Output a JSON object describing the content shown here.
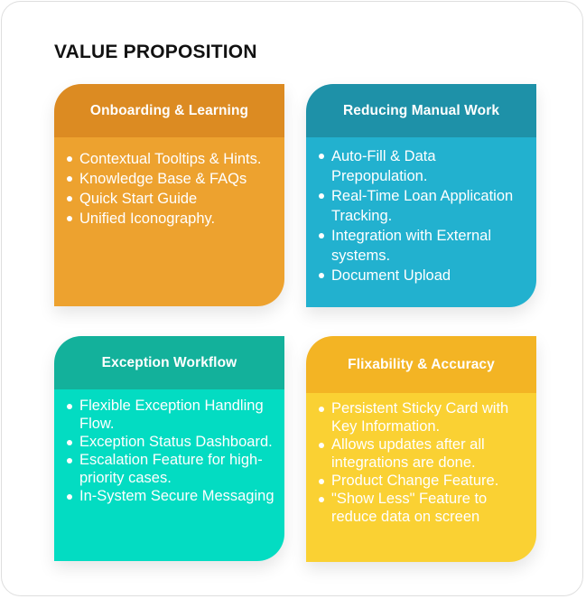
{
  "page": {
    "title": "VALUE PROPOSITION"
  },
  "colors": {
    "onboarding": {
      "header": "#dc8b22",
      "body": "#eda22f"
    },
    "manual": {
      "header": "#1e91a8",
      "body": "#22b1cf"
    },
    "exception": {
      "header": "#13b19b",
      "body": "#03dcc2"
    },
    "flex": {
      "header": "#f3b424",
      "body": "#fad133"
    }
  },
  "cards": [
    {
      "title": "Onboarding & Learning",
      "items": [
        "Contextual Tooltips & Hints.",
        "Knowledge Base & FAQs",
        "Quick Start Guide",
        "Unified Iconography."
      ]
    },
    {
      "title": "Reducing Manual Work",
      "items": [
        "Auto-Fill & Data Prepopulation.",
        "Real-Time Loan Application Tracking.",
        "Integration with External systems.",
        "Document Upload"
      ]
    },
    {
      "title": "Exception Workflow",
      "items": [
        "Flexible Exception Handling Flow.",
        "Exception Status Dashboard.",
        "Escalation Feature for high-priority cases.",
        "In-System Secure Messaging"
      ]
    },
    {
      "title": "Flixability & Accuracy",
      "items": [
        "Persistent Sticky Card with Key Information.",
        "Allows updates after all integrations are done.",
        "Product Change Feature.",
        "\"Show Less\" Feature to reduce data on screen"
      ]
    }
  ]
}
